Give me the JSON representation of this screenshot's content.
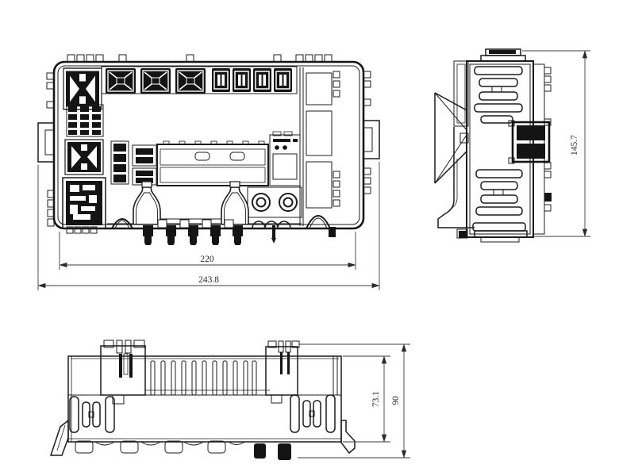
{
  "sheet": {
    "background": "#ffffff",
    "line_color": "#1c1c1c",
    "dark_fill": "#141414"
  },
  "front_view": {
    "dimensions": {
      "inner_width": "220",
      "outer_width": "243.8"
    }
  },
  "side_view": {
    "dimensions": {
      "height": "145.7"
    }
  },
  "bottom_view": {
    "dimensions": {
      "body_height": "73.1",
      "overall_height": "90"
    }
  }
}
